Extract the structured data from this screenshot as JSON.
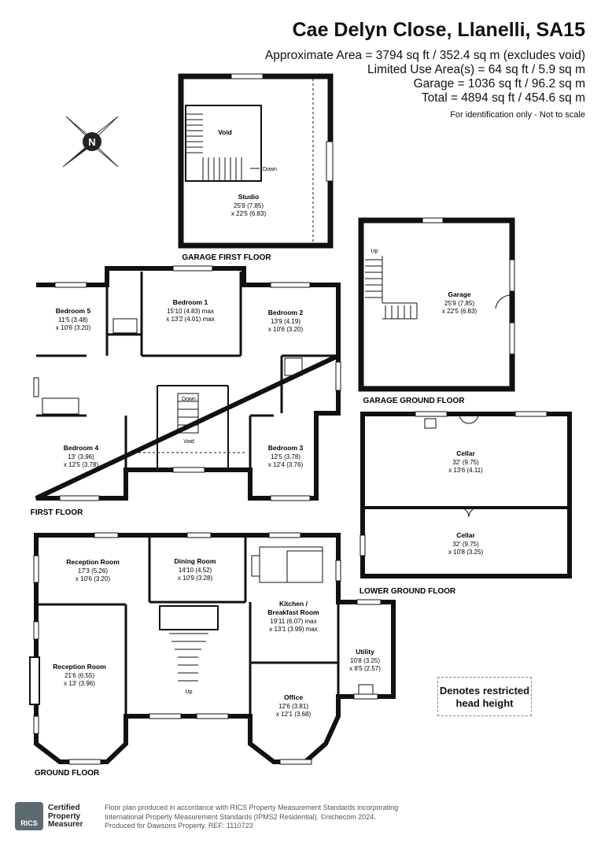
{
  "header": {
    "title": "Cae Delyn Close, Llanelli, SA15",
    "area_lines": [
      "Approximate Area = 3794 sq ft / 352.4 sq m (excludes void)",
      "Limited Use Area(s) = 64 sq ft / 5.9 sq m",
      "Garage = 1036 sq ft / 96.2 sq m",
      "Total = 4894 sq ft / 454.6 sq m"
    ],
    "note": "For identification only - Not to scale"
  },
  "compass": {
    "letter": "N"
  },
  "floors": {
    "garage_first": "GARAGE FIRST FLOOR",
    "garage_ground": "GARAGE GROUND FLOOR",
    "first": "FIRST FLOOR",
    "lower_ground": "LOWER GROUND FLOOR",
    "ground": "GROUND FLOOR"
  },
  "rooms": {
    "studio": {
      "name": "Studio",
      "dim1": "25'9 (7.85)",
      "dim2": "x 22'5 (6.83)"
    },
    "void_top": {
      "name": "Void"
    },
    "down_top": {
      "name": "Down"
    },
    "garage": {
      "name": "Garage",
      "dim1": "25'9 (7.85)",
      "dim2": "x 22'5 (6.83)"
    },
    "up_garage": {
      "name": "Up"
    },
    "bedroom5": {
      "name": "Bedroom 5",
      "dim1": "11'5 (3.48)",
      "dim2": "x 10'6 (3.20)"
    },
    "bedroom1": {
      "name": "Bedroom 1",
      "dim1": "15'10 (4.83) max",
      "dim2": "x 13'2 (4.01) max"
    },
    "bedroom2": {
      "name": "Bedroom 2",
      "dim1": "13'9 (4.19)",
      "dim2": "x 10'6 (3.20)"
    },
    "bedroom4": {
      "name": "Bedroom 4",
      "dim1": "13' (3.96)",
      "dim2": "x 12'5 (3.78)"
    },
    "bedroom3": {
      "name": "Bedroom 3",
      "dim1": "12'5 (3.78)",
      "dim2": "x 12'4 (3.76)"
    },
    "void_first": {
      "name": "Void"
    },
    "down_first": {
      "name": "Down"
    },
    "cellar1": {
      "name": "Cellar",
      "dim1": "32' (9.75)",
      "dim2": "x 13'6 (4.11)"
    },
    "cellar2": {
      "name": "Cellar",
      "dim1": "32' (9.75)",
      "dim2": "x 10'8 (3.25)"
    },
    "reception1": {
      "name": "Reception Room",
      "dim1": "17'3 (5.26)",
      "dim2": "x 10'6 (3.20)"
    },
    "dining": {
      "name": "Dining Room",
      "dim1": "14'10 (4.52)",
      "dim2": "x 10'9 (3.28)"
    },
    "kitchen": {
      "name1": "Kitchen /",
      "name2": "Breakfast Room",
      "dim1": "19'11 (6.07) max",
      "dim2": "x 13'1 (3.99) max"
    },
    "reception2": {
      "name": "Reception Room",
      "dim1": "21'6 (6.55)",
      "dim2": "x 13' (3.96)"
    },
    "utility": {
      "name": "Utility",
      "dim1": "10'8 (3.25)",
      "dim2": "x 8'5 (2.57)"
    },
    "office": {
      "name": "Office",
      "dim1": "12'6 (3.81)",
      "dim2": "x 12'1 (3.68)"
    },
    "up_ground": {
      "name": "Up"
    }
  },
  "legend": {
    "line1": "Denotes restricted",
    "line2": "head height"
  },
  "footer": {
    "rics_logo": "RICS",
    "certified": [
      "Certified",
      "Property",
      "Measurer"
    ],
    "lines": [
      "Floor plan produced in accordance with RICS Property Measurement Standards incorporating",
      "International Property Measurement Standards (IPMS2 Residential).  ©nichecom 2024.",
      "Produced for Dawsons Property.    REF:  1110723"
    ]
  },
  "colors": {
    "wall": "#111111",
    "text": "#111111",
    "footer": "#555555",
    "rics_badge": "#5c6a73"
  }
}
